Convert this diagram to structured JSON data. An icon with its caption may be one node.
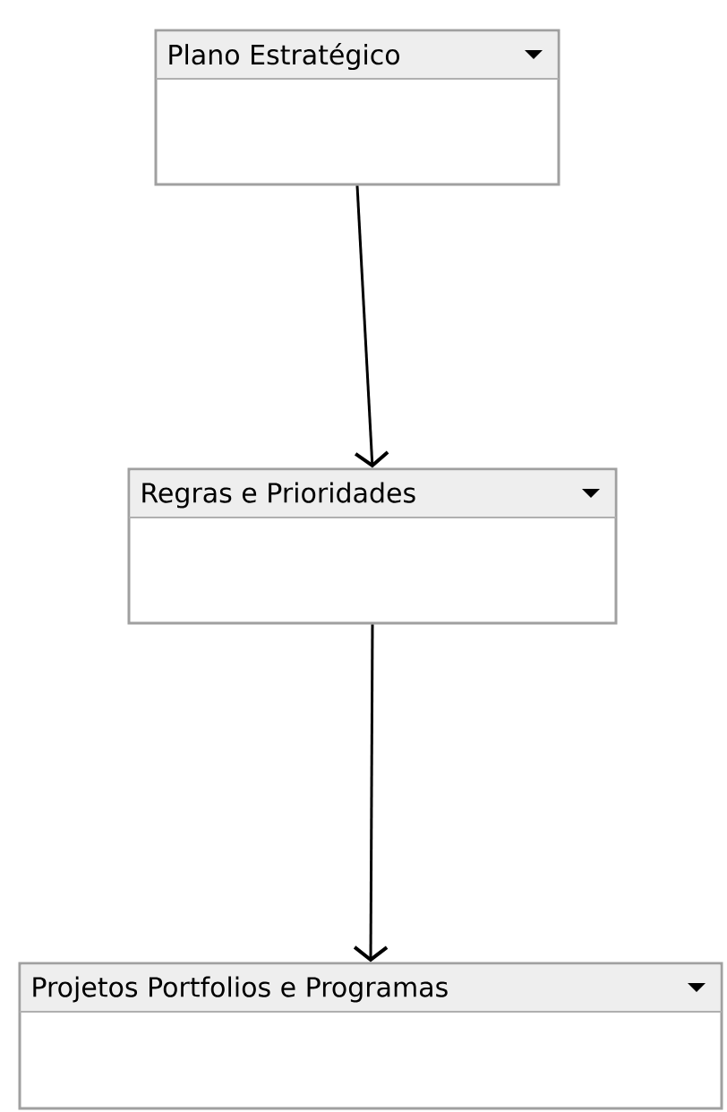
{
  "diagram": {
    "nodes": [
      {
        "text": [
          "Plano Estratégico"
        ]
      },
      {
        "text": [
          "Regras e Prioridades"
        ]
      },
      {
        "text": [
          "Projetos Portfolios e Programas"
        ]
      }
    ],
    "edges": [
      {
        "from": 0,
        "to": 1,
        "arrow": "to"
      },
      {
        "from": 1,
        "to": 2,
        "arrow": "to"
      }
    ]
  }
}
